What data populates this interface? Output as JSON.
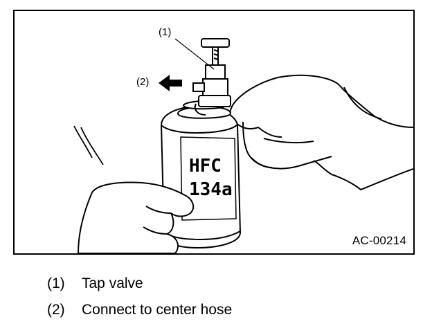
{
  "figure": {
    "callout_1": "(1)",
    "callout_2": "(2)",
    "can_label_line1": "HFC",
    "can_label_line2": "134a",
    "code": "AC-00214"
  },
  "legend": [
    {
      "num": "(1)",
      "text": "Tap valve"
    },
    {
      "num": "(2)",
      "text": "Connect to center hose"
    }
  ]
}
